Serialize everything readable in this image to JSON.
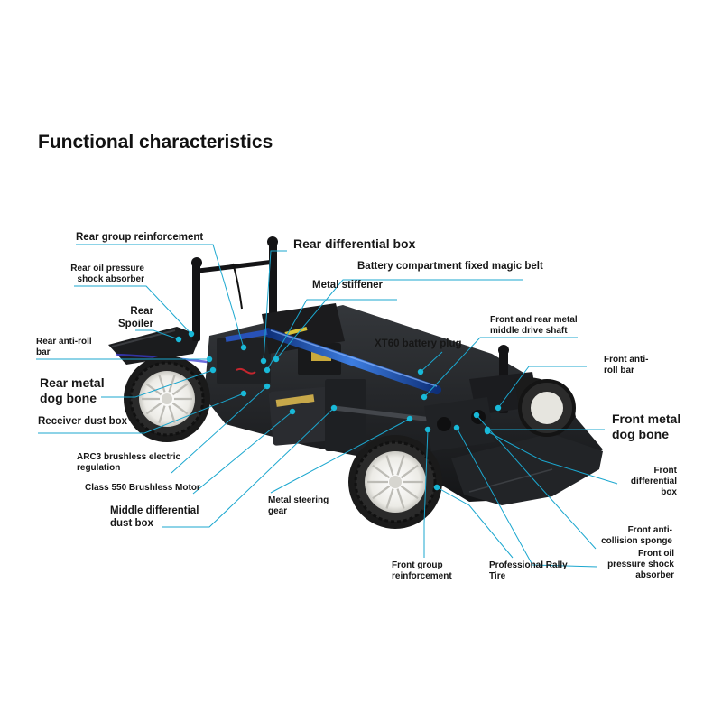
{
  "title": "Functional characteristics",
  "colors": {
    "leader": "#1ba7cf",
    "dot": "#19b9d8",
    "body": "#1d1f22",
    "blue": "#1f4fa8"
  },
  "labels": {
    "rear_group_reinforcement": "Rear group reinforcement",
    "rear_differential_box": "Rear differential box",
    "rear_oil_1": "Rear oil pressure",
    "rear_oil_2": "shock absorber",
    "battery_belt": "Battery compartment fixed magic belt",
    "metal_stiffener": "Metal stiffener",
    "rear_spoiler_1": "Rear",
    "rear_spoiler_2": "Spoiler",
    "rear_antiroll_1": "Rear anti-roll",
    "rear_antiroll_2": "bar",
    "drive_shaft_1": "Front and rear metal",
    "drive_shaft_2": "middle drive shaft",
    "xt60": "XT60 battery plug",
    "front_antiroll_1": "Front anti-",
    "front_antiroll_2": "roll bar",
    "rear_dogbone_1": "Rear metal",
    "rear_dogbone_2": "dog bone",
    "receiver_box": "Receiver dust box",
    "front_dogbone_1": "Front metal",
    "front_dogbone_2": "dog bone",
    "arc3_1": "ARC3 brushless electric",
    "arc3_2": "regulation",
    "front_diff_1": "Front",
    "front_diff_2": "differential",
    "front_diff_3": "box",
    "motor": "Class 550 Brushless Motor",
    "steering_1": "Metal steering",
    "steering_2": "gear",
    "middle_diff_1": "Middle differential",
    "middle_diff_2": "dust box",
    "sponge_1": "Front anti-",
    "sponge_2": "collision sponge",
    "front_oil_1": "Front oil",
    "front_oil_2": "pressure shock",
    "front_oil_3": "absorber",
    "front_group_1": "Front group",
    "front_group_2": "reinforcement",
    "rally_tire_1": "Professional Rally",
    "rally_tire_2": "Tire"
  }
}
